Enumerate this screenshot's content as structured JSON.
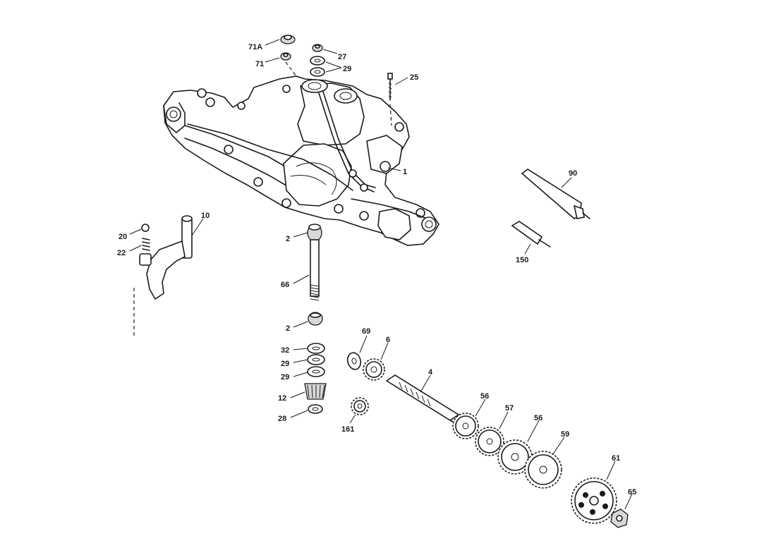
{
  "labels": {
    "p71A": "71A",
    "p71": "71",
    "p27": "27",
    "p29a": "29",
    "p25": "25",
    "p1": "1",
    "p90": "90",
    "p150": "150",
    "p10": "10",
    "p20": "20",
    "p22": "22",
    "p2a": "2",
    "p66": "66",
    "p2b": "2",
    "p32": "32",
    "p29b": "29",
    "p29c": "29",
    "p12": "12",
    "p28": "28",
    "p69": "69",
    "p6": "6",
    "p161": "161",
    "p4": "4",
    "p56a": "56",
    "p57": "57",
    "p56b": "56",
    "p59": "59",
    "p61": "61",
    "p65": "65"
  }
}
